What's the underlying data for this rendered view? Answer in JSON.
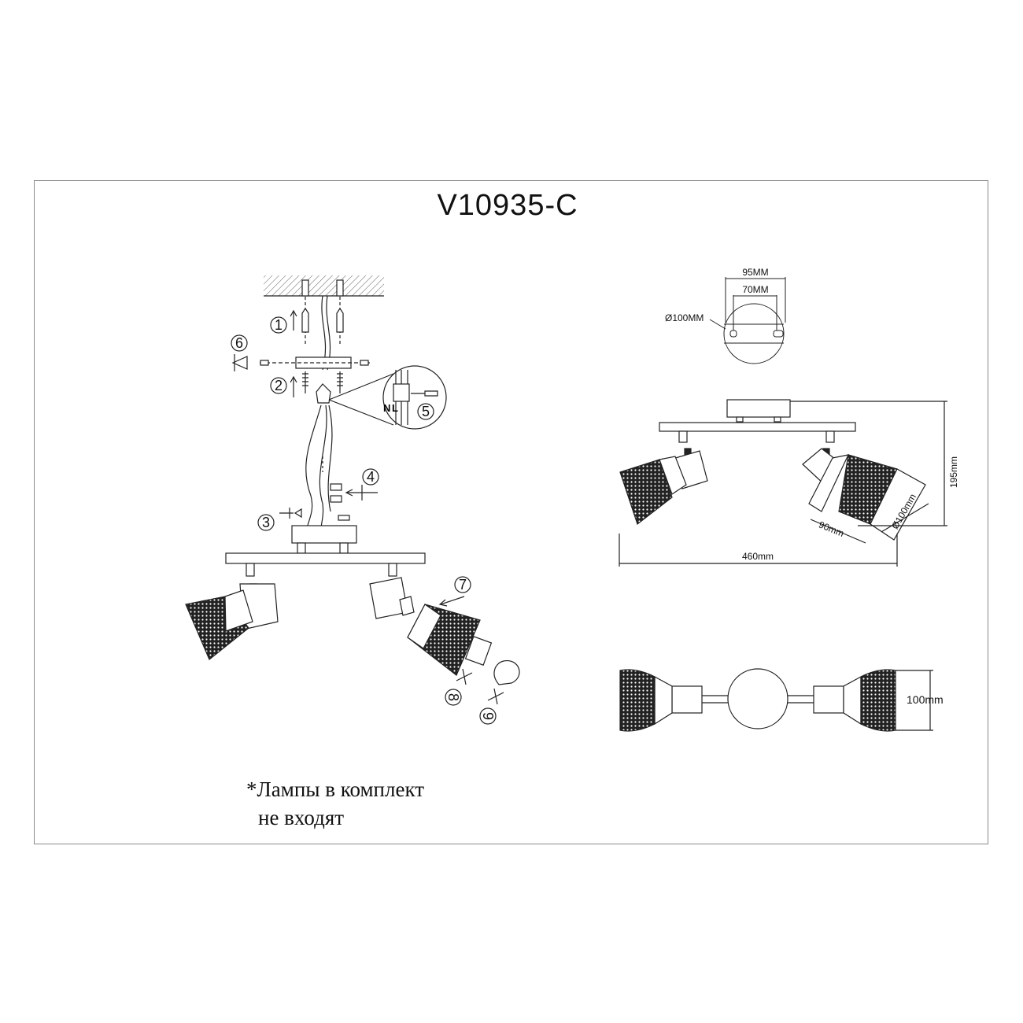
{
  "title": "V10935-C",
  "note": {
    "line1": "*Лампы в комплект",
    "line2": "не входят"
  },
  "assembly": {
    "steps": [
      "1",
      "2",
      "3",
      "4",
      "5",
      "6",
      "7",
      "8",
      "9"
    ],
    "wire_labels": {
      "neutral": "N",
      "live": "L"
    }
  },
  "dimensions": {
    "mount_outer": "95MM",
    "mount_inner": "70MM",
    "mount_diameter": "Ø100MM",
    "height": "195mm",
    "length": "460mm",
    "shade_length": "90mm",
    "shade_diameter": "Ø100mm",
    "top_view_width": "100mm"
  }
}
